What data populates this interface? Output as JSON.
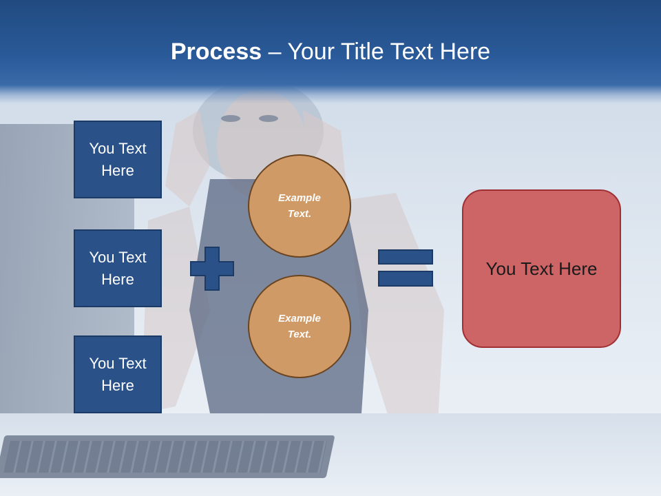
{
  "slide": {
    "title_bold": "Process",
    "title_rest": " – Your Title Text Here",
    "left_boxes": [
      {
        "label": "You Text Here"
      },
      {
        "label": "You Text Here"
      },
      {
        "label": "You Text Here"
      }
    ],
    "circles": [
      {
        "label": "Example Text."
      },
      {
        "label": "Example Text."
      }
    ],
    "result_label": "You Text Here",
    "operators": {
      "plus_icon": "plus-icon",
      "equals_icon": "equals-icon"
    }
  },
  "colors": {
    "header_blue": "#2a5a99",
    "box_blue": "#2a5289",
    "circle_tan": "#d09a66",
    "result_red": "#cd6466"
  }
}
